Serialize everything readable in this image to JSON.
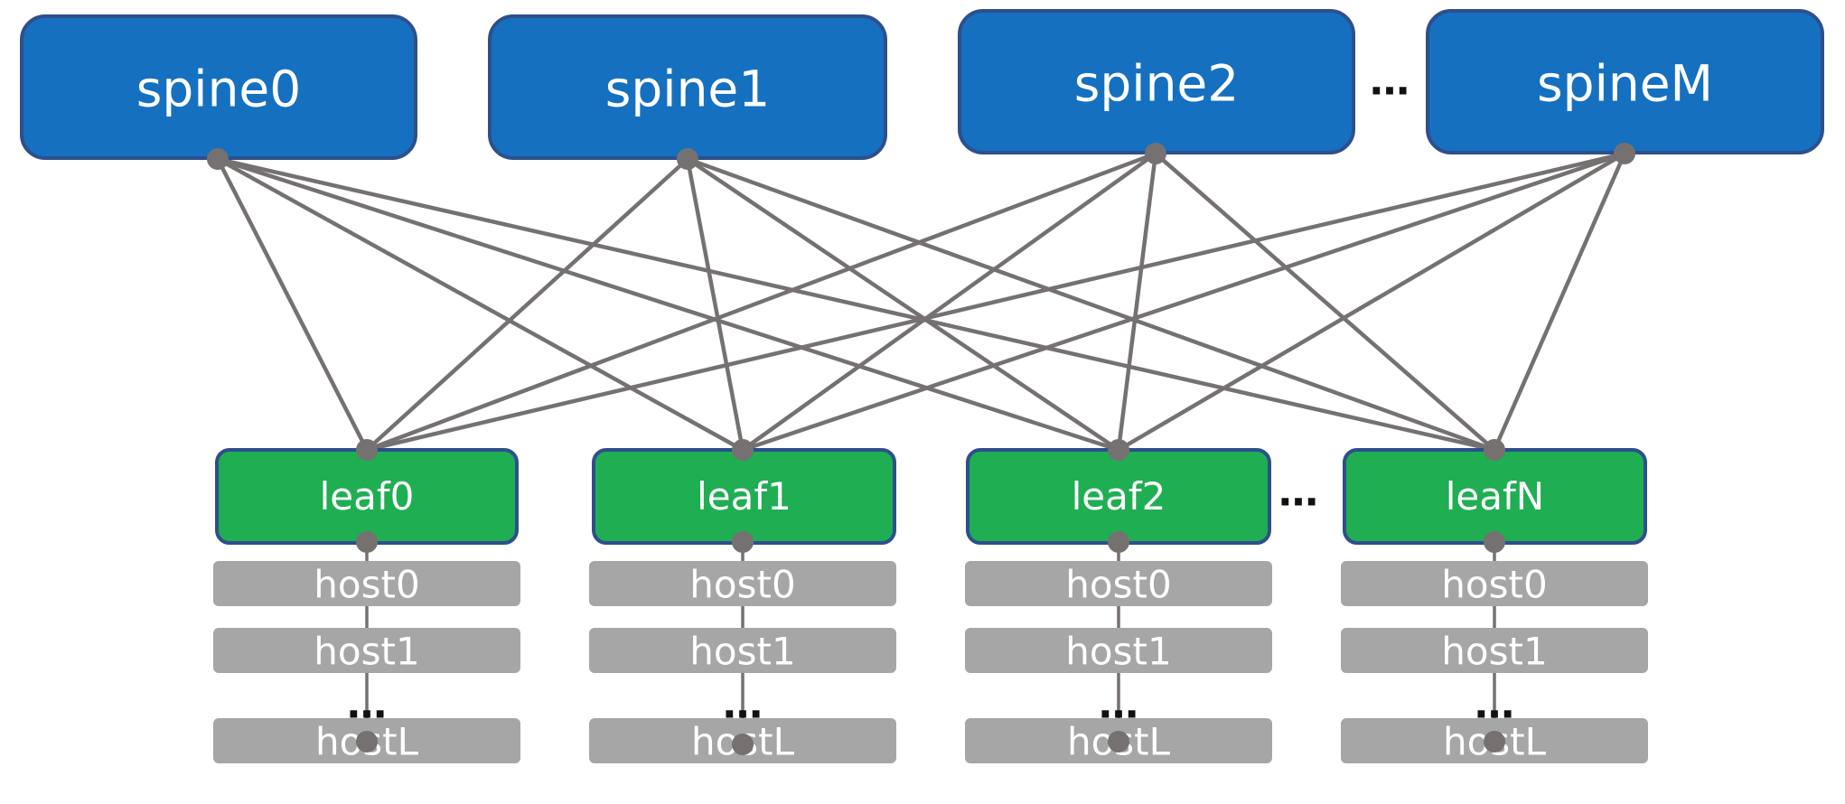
{
  "colors": {
    "spine_fill": "#1570c0",
    "spine_border": "#2e4f8c",
    "leaf_fill": "#1fae52",
    "leaf_border": "#2e4f8c",
    "host_fill": "#a6a6a6",
    "link": "#767171"
  },
  "spines": [
    "spine0",
    "spine1",
    "spine2",
    "spineM"
  ],
  "spine_ellipsis": "…",
  "leaves": [
    {
      "label": "leaf0",
      "hosts": [
        "host0",
        "host1",
        "hostL"
      ],
      "host_ellipsis": "…"
    },
    {
      "label": "leaf1",
      "hosts": [
        "host0",
        "host1",
        "hostL"
      ],
      "host_ellipsis": "…"
    },
    {
      "label": "leaf2",
      "hosts": [
        "host0",
        "host1",
        "hostL"
      ],
      "host_ellipsis": "…"
    },
    {
      "label": "leafN",
      "hosts": [
        "host0",
        "host1",
        "hostL"
      ],
      "host_ellipsis": "…"
    }
  ],
  "leaf_ellipsis": "…"
}
